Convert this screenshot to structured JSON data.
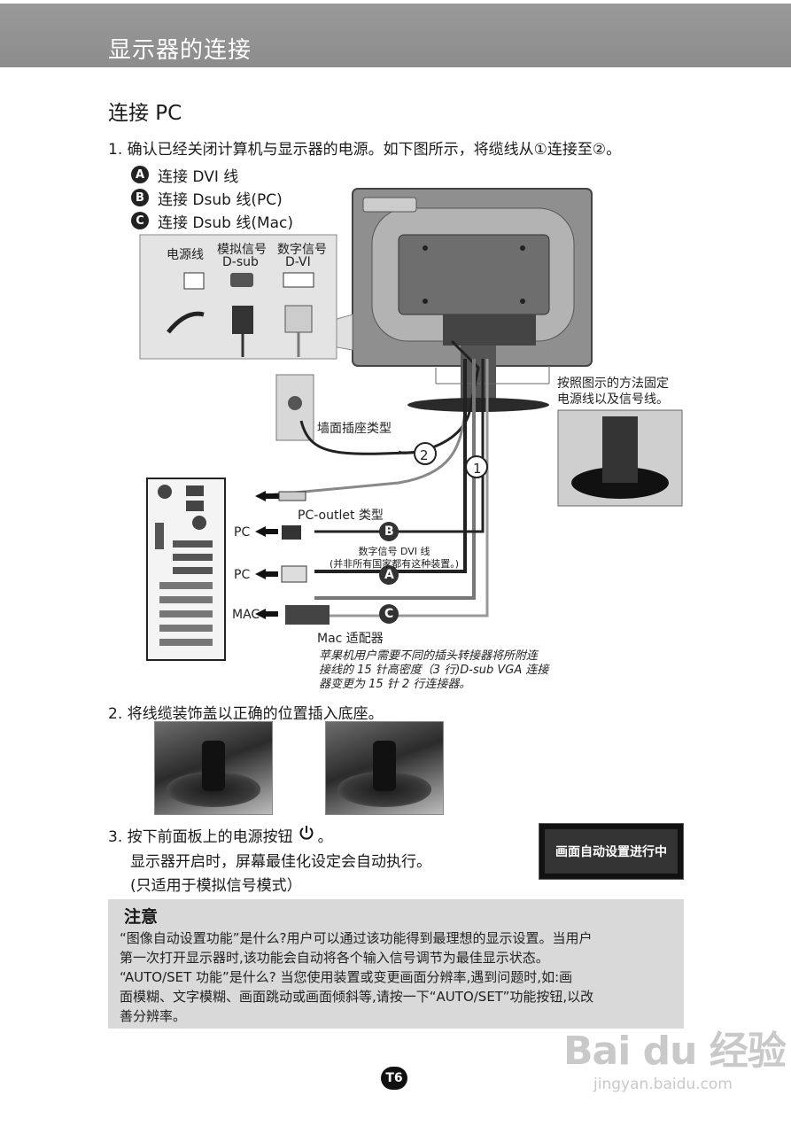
{
  "header": {
    "title": "显示器的连接"
  },
  "section": {
    "title": "连接 PC"
  },
  "steps": {
    "step1": "1. 确认已经关闭计算机与显示器的电源。如下图所示，将缆线从①连接至②。",
    "step2": "2. 将线缆装饰盖以正确的位置插入底座。",
    "step3_line1": "3. 按下前面板上的电源按钮",
    "step3_line1_end": "。",
    "step3_line2": "显示器开启时，屏幕最佳化设定会自动执行。",
    "step3_line3": "(只适用于模拟信号模式）"
  },
  "legend": [
    {
      "letter": "A",
      "text": "连接 DVI 线"
    },
    {
      "letter": "B",
      "text": "连接 Dsub 线(PC)"
    },
    {
      "letter": "C",
      "text": "连接 Dsub 线(Mac)"
    }
  ],
  "inset": {
    "power_label": "电源线",
    "analog_label": "模拟信号",
    "analog_sub": "D-sub",
    "digital_label": "数字信号",
    "digital_sub": "D-VI"
  },
  "diagram": {
    "right_caption_1": "按照图示的方法固定",
    "right_caption_2": "电源线以及信号线。",
    "wall_outlet": "墙面插座类型",
    "pc_outlet": "PC-outlet 类型",
    "pc_label_1": "PC",
    "pc_label_2": "PC",
    "mac_label": "MAC",
    "dvi_note_1": "数字信号 DVI 线",
    "dvi_note_2": "(并非所有国家都有这种装置。)",
    "mac_adapter": "Mac 适配器",
    "apple_note_1": "苹果机用户需要不同的插头转接器将所附连",
    "apple_note_2": "接线的 15 针高密度（3 行)D-sub VGA 连接",
    "apple_note_3": "器变更为 15 针 2 行连接器。",
    "callout_1": "1",
    "callout_2": "2",
    "conn_a": "A",
    "conn_b": "B",
    "conn_c": "C"
  },
  "status_box": {
    "text": "画面自动设置进行中"
  },
  "notice": {
    "title": "注意",
    "line1": "“图像自动设置功能”是什么?用户可以通过该功能得到最理想的显示设置。当用户",
    "line2": "第一次打开显示器时,该功能会自动将各个输入信号调节为最佳显示状态。",
    "line3": "“AUTO/SET 功能”是什么? 当您使用装置或变更画面分辨率,遇到问题时,如:画",
    "line4": "面模糊、文字模糊、画面跳动或画面倾斜等,请按一下“AUTO/SET”功能按钮,以改",
    "line5": "善分辨率。"
  },
  "page": {
    "number": "T6"
  },
  "watermark": {
    "main": "Bai du 经验",
    "sub": "jingyan.baidu.com"
  }
}
